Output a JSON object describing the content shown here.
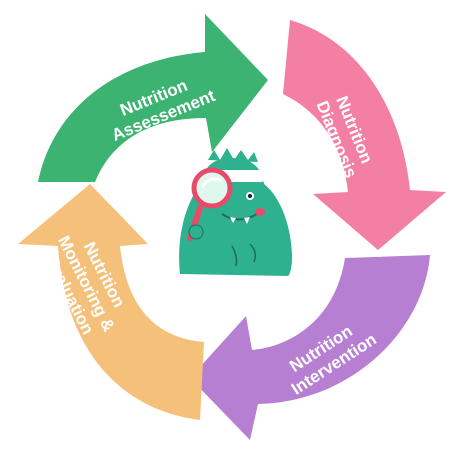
{
  "diagram": {
    "stages": [
      {
        "line1": "Nutrition",
        "line2": "Assessement",
        "line3": "",
        "color": "#3cb371"
      },
      {
        "line1": "Nutrition",
        "line2": "Diagnosis",
        "line3": "",
        "color": "#f37fa2"
      },
      {
        "line1": "Nutrition",
        "line2": "Intervention",
        "line3": "",
        "color": "#b77fd2"
      },
      {
        "line1": "Nutrition",
        "line2": "Monitoring &",
        "line3": "Evaluation",
        "color": "#f5c07a"
      }
    ],
    "center_icon": "dinosaur-with-magnifying-glass-icon",
    "mascot_color": "#2eb18e",
    "lens_color": "#e84b6a"
  }
}
